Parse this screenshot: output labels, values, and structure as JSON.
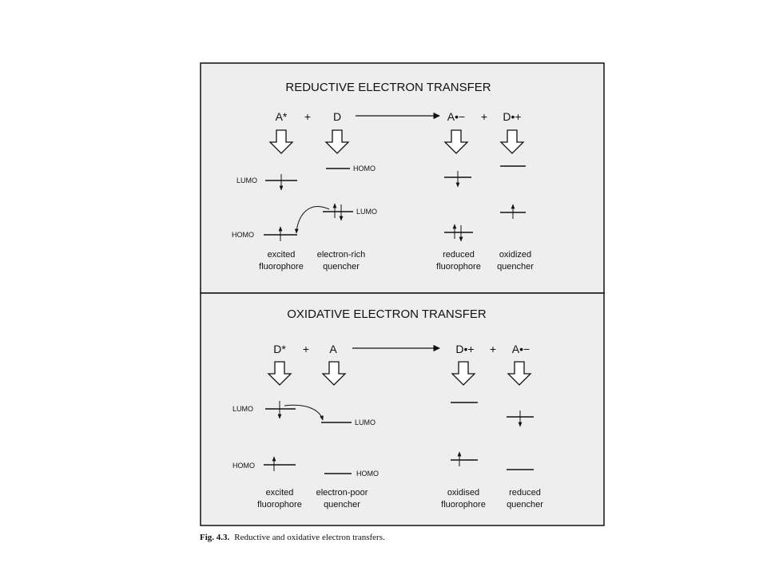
{
  "panels": {
    "reductive": {
      "title": "REDUCTIVE ELECTRON TRANSFER",
      "reactant1": "A*",
      "plus1": "+",
      "reactant2": "D",
      "product1": "A•−",
      "plus2": "+",
      "product2": "D•+",
      "level_labels": {
        "lumo_left": "LUMO",
        "homo_left": "HOMO",
        "homo_right": "HOMO",
        "lumo_right": "LUMO"
      },
      "species": {
        "s1": [
          "excited",
          "fluorophore"
        ],
        "s2": [
          "electron-rich",
          "quencher"
        ],
        "s3": [
          "reduced",
          "fluorophore"
        ],
        "s4": [
          "oxidized",
          "quencher"
        ]
      }
    },
    "oxidative": {
      "title": "OXIDATIVE ELECTRON TRANSFER",
      "reactant1": "D*",
      "plus1": "+",
      "reactant2": "A",
      "product1": "D•+",
      "plus2": "+",
      "product2": "A•−",
      "level_labels": {
        "lumo_left": "LUMO",
        "lumo_right": "LUMO",
        "homo_left": "HOMO",
        "homo_right": "HOMO"
      },
      "species": {
        "s1": [
          "excited",
          "fluorophore"
        ],
        "s2": [
          "electron-poor",
          "quencher"
        ],
        "s3": [
          "oxidised",
          "fluorophore"
        ],
        "s4": [
          "reduced",
          "quencher"
        ]
      }
    }
  },
  "caption": {
    "number": "Fig. 4.3.",
    "text": "Reductive and oxidative electron transfers."
  }
}
